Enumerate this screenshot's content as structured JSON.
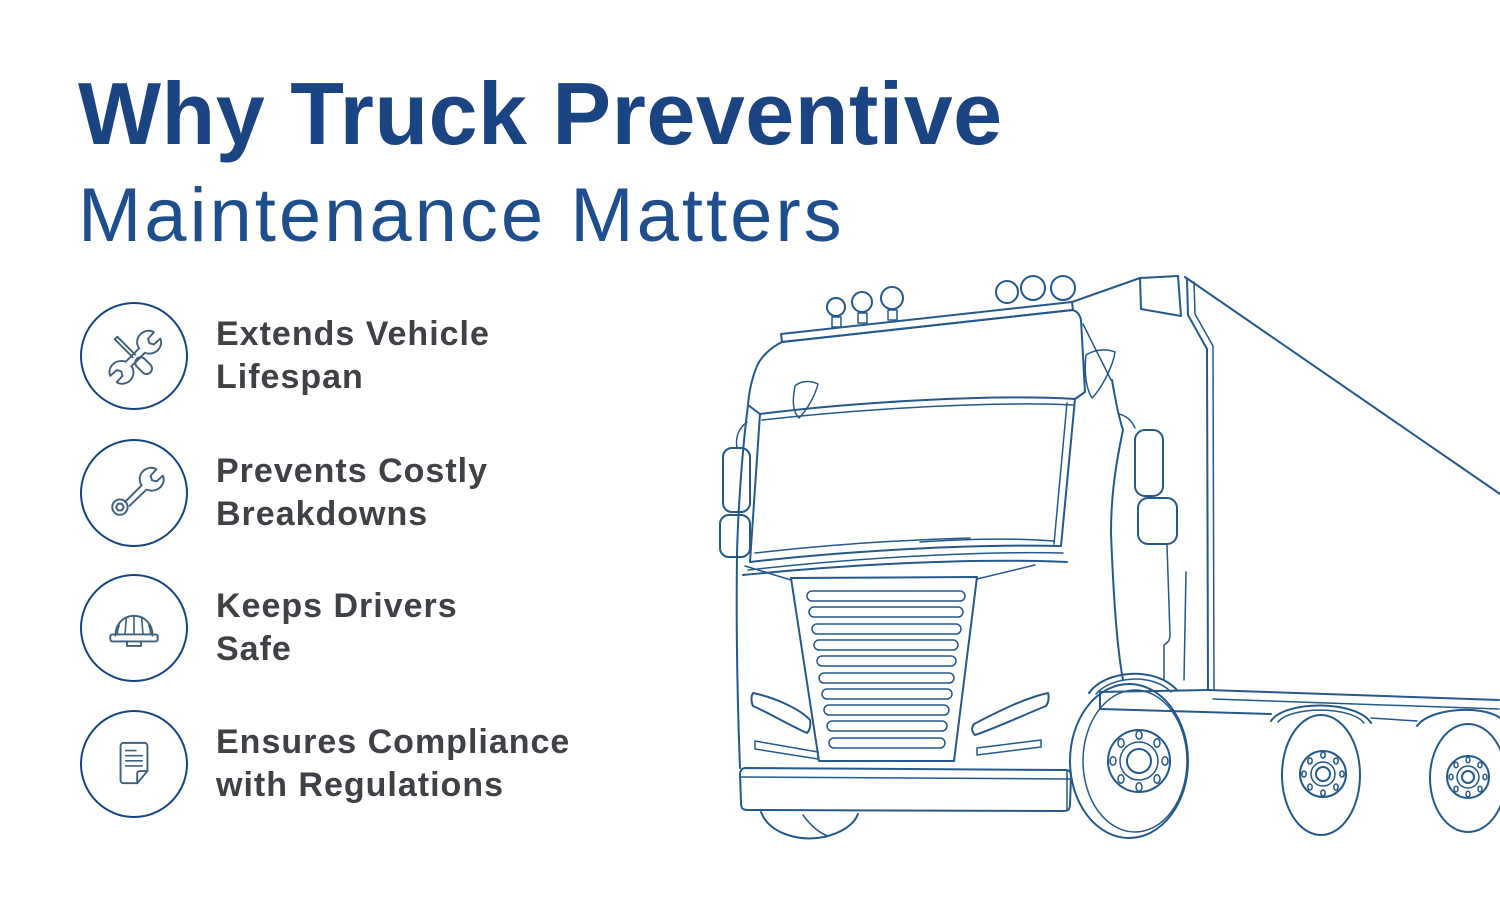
{
  "header": {
    "title_line1": "Why Truck Preventive",
    "title_line2": "Maintenance Matters"
  },
  "benefits": [
    {
      "icon": "tools-icon",
      "line1": "Extends Vehicle",
      "line2": "Lifespan"
    },
    {
      "icon": "wrench-icon",
      "line1": "Prevents Costly",
      "line2": "Breakdowns"
    },
    {
      "icon": "hard-hat-icon",
      "line1": "Keeps Drivers",
      "line2": "Safe"
    },
    {
      "icon": "document-icon",
      "line1": "Ensures Compliance",
      "line2": "with Regulations"
    }
  ],
  "illustration": {
    "name": "semi-truck-outline-drawing",
    "description": "line drawing of a cab-over semi truck with trailer, front three-quarter view"
  },
  "colors": {
    "background": "#ffffff",
    "title_navy": "#1b4582",
    "subtitle_blue": "#1e4e8c",
    "body_text": "#3e4145",
    "icon_ring": "#14457f",
    "icon_glyph": "#3f617f",
    "truck_line": "#24598c"
  }
}
